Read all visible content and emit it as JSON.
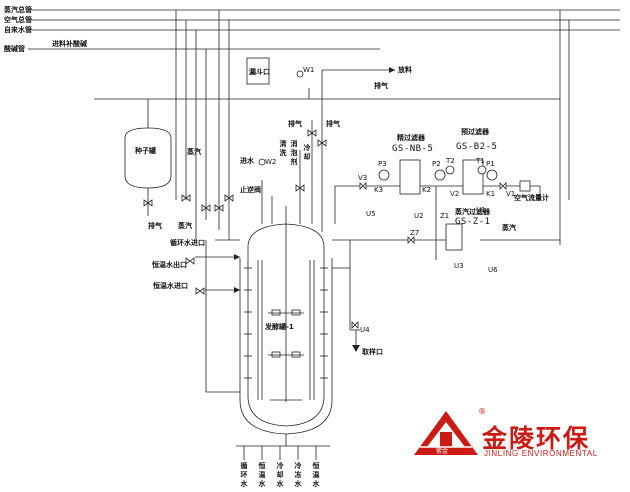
{
  "header_lines": [
    {
      "key": "steam",
      "label": "蒸汽总管"
    },
    {
      "key": "air",
      "label": "空气总管"
    },
    {
      "key": "water",
      "label": "自来水管"
    },
    {
      "key": "waste",
      "label": "酸碱管"
    }
  ],
  "feed_line_label": "进料补酸碱",
  "seed_tank": {
    "label": "种子罐"
  },
  "fermenter": {
    "label": "发酵罐-1"
  },
  "filters": {
    "terminal_title": "精过滤器",
    "terminal_model": "GS-NB-5",
    "pre_title": "预过滤器",
    "pre_model": "GS-B2-5",
    "steam_title": "蒸汽过滤器",
    "steam_model": "GS-Z-1"
  },
  "labels": {
    "discharge": "放料",
    "exhaust1": "排气",
    "exhaust2": "排气",
    "exhaust3": "排气",
    "exhaust4": "排气",
    "steam1": "蒸汽",
    "steam2": "蒸汽",
    "steam3": "蒸汽",
    "inlet_water": "进水",
    "stop_valve": "止逆阀",
    "air_flow": "空气流量计",
    "circ_water_in": "循环水进口",
    "temp_water_out": "恒温水出口",
    "temp_water_in": "恒温水进口",
    "sampling": "取样口",
    "funnel": "漏斗口"
  },
  "vertical_labels": {
    "clean": "清洗",
    "disinfect": "消泡剂",
    "cool": "冷却",
    "bottom1": "循环水",
    "bottom2": "恒温水",
    "bottom3": "冷却水",
    "bottom4": "冷冻水",
    "bottom5": "恒温水"
  },
  "valve_tags": {
    "V3": "V3",
    "K3": "K3",
    "P3": "P3",
    "U5": "U5",
    "U2": "U2",
    "P2": "P2",
    "T2": "T2",
    "K2": "K2",
    "V2": "V2",
    "Z1": "Z1",
    "T1": "T1",
    "U1": "U1",
    "K1": "K1",
    "P1": "P1",
    "V1": "V1",
    "Z7": "Z7",
    "U3": "U3",
    "U4": "U4",
    "U6": "U6",
    "W1": "W1",
    "W2": "W2"
  },
  "logo": {
    "company_cn": "金陵环保",
    "company_en": "JINLING ENVIRONMENTAL",
    "emblem_text": "紫金",
    "registered": "®",
    "color": "#cc1a14"
  }
}
